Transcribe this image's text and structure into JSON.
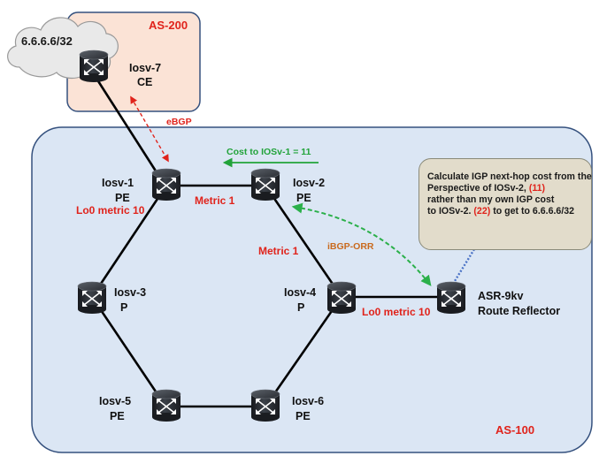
{
  "colors": {
    "as100_fill": "#dbe6f4",
    "as100_border": "#35517e",
    "as200_fill": "#fbe3d6",
    "as200_border": "#35517e",
    "label_red": "#e0231b",
    "ebgp_arrow": "#e0231b",
    "cost_green": "#22a33a",
    "orr_orange": "#c96a1e",
    "orr_arrow": "#2bb04a",
    "callout_fill": "#e2dccb",
    "callout_link": "#4a72c6"
  },
  "as_labels": {
    "as200": "AS-200",
    "as100": "AS-100"
  },
  "cloud": {
    "prefix": "6.6.6.6/32"
  },
  "routers": [
    {
      "id": "iosv7",
      "name": "Iosv-7",
      "role": "CE"
    },
    {
      "id": "iosv1",
      "name": "Iosv-1",
      "role": "PE"
    },
    {
      "id": "iosv2",
      "name": "Iosv-2",
      "role": "PE"
    },
    {
      "id": "iosv3",
      "name": "Iosv-3",
      "role": "P"
    },
    {
      "id": "iosv4",
      "name": "Iosv-4",
      "role": "P"
    },
    {
      "id": "iosv5",
      "name": "Iosv-5",
      "role": "PE"
    },
    {
      "id": "iosv6",
      "name": "Iosv-6",
      "role": "PE"
    },
    {
      "id": "asr",
      "name": "ASR-9kv",
      "role": "Route Reflector"
    }
  ],
  "link_labels": {
    "ebgp": "eBGP",
    "cost": "Cost to IOSv-1 = 11",
    "metric_top": "Metric 1",
    "metric_right": "Metric 1",
    "lo0_left": "Lo0 metric 10",
    "lo0_right": "Lo0 metric 10",
    "ibgp": "iBGP-ORR"
  },
  "callout": {
    "line1": "Calculate IGP next-hop cost from the",
    "line2a": "Perspective of IOSv-2,",
    "line2b": "(11)",
    "line3": "rather than my own IGP cost",
    "line4a": "to IOSv-2.",
    "line4b": "(22)",
    "line4c": "to get to 6.6.6.6/32"
  }
}
